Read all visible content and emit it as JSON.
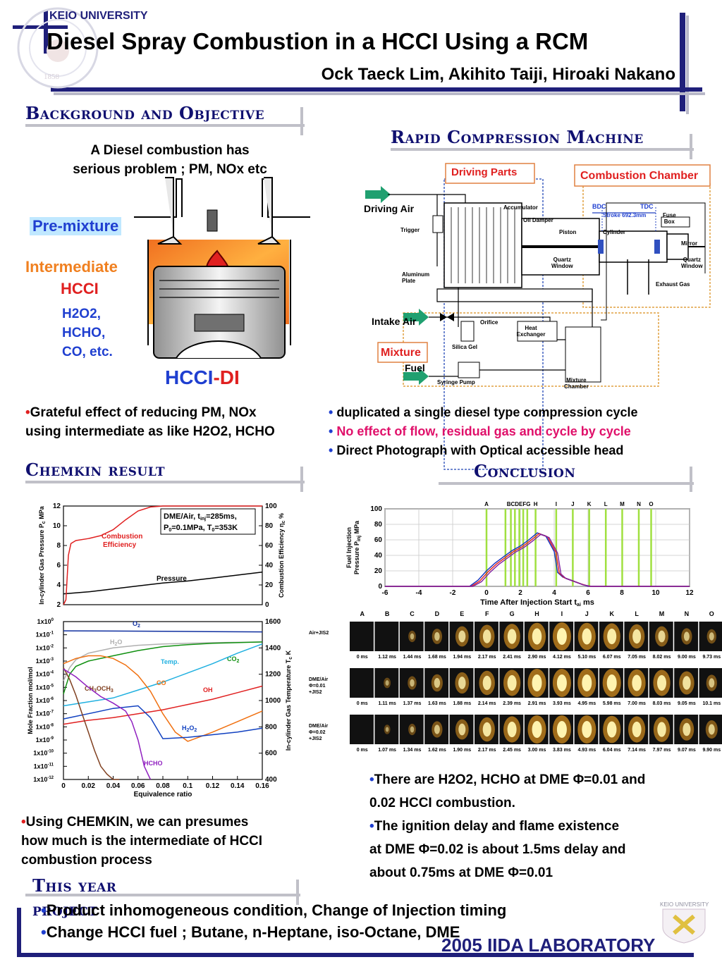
{
  "header": {
    "university": "KEIO UNIVERSITY",
    "title": "Diesel Spray Combustion in a HCCI Using a RCM",
    "authors": "Ock Taeck Lim, Akihito Taiji, Hiroaki Nakano",
    "seal_text": "KEIO UNIVERSITY CALAMVS GLADIO FORTIOR 1858"
  },
  "background": {
    "title": "Background and Objective",
    "intro_line1": "A Diesel combustion has",
    "intro_line2": "serious problem ; PM, NOx etc",
    "premixture": "Pre-mixture",
    "intermediate": "Intermediate",
    "hcci": "HCCI",
    "species1": "H2O2,",
    "species2": "HCHO,",
    "species3": "CO, etc.",
    "hcci_di_a": "HCCI",
    "hcci_di_b": "-DI",
    "bullet_line1": "Grateful effect of reducing PM, NOx",
    "bullet_line2": "using intermediate as like H2O2, HCHO"
  },
  "rcm": {
    "title": "Rapid Compression Machine",
    "driving_parts": "Driving Parts",
    "combustion_chamber": "Combustion Chamber",
    "driving_air": "Driving Air",
    "intake_air": "Intake Air",
    "mixture": "Mixture",
    "fuel": "Fuel",
    "accumulator": "Accumulator",
    "oil_damper": "Oil Damper",
    "trigger": "Trigger",
    "piston": "Piston",
    "cylinder": "Cylinder",
    "bdc": "BDC",
    "tdc": "TDC",
    "stroke": "Stroke 692.3mm",
    "fuse_box1": "Fuse",
    "fuse_box2": "Box",
    "mirror": "Mirror",
    "quartz_window_a1": "Quartz",
    "quartz_window_a2": "Window",
    "quartz_window_b1": "Quartz",
    "quartz_window_b2": "Window",
    "aluminum_plate1": "Aluminum",
    "aluminum_plate2": "Plate",
    "exhaust_gas": "Exhaust Gas",
    "orifice": "Orifice",
    "heat_exchanger1": "Heat",
    "heat_exchanger2": "Exchanger",
    "silica_gel": "Silica Gel",
    "syringe_pump": "Syringe Pump",
    "mixture_chamber1": "Mixture",
    "mixture_chamber2": "Chamber",
    "bullet1": "duplicated a single diesel type compression cycle",
    "bullet2": "No effect of flow, residual gas and cycle by cycle",
    "bullet3": "Direct Photograph  with Optical accessible head"
  },
  "chemkin": {
    "title": "Chemkin result",
    "bullet_line1": "Using CHEMKIN, we can presumes",
    "bullet_line2": "how much  is the intermediate of HCCI",
    "bullet_line3": "combustion process"
  },
  "conclusion": {
    "title": "Conclusion",
    "line1": "There are H2O2, HCHO at DME Φ=0.01 and",
    "line2": "0.02 HCCI combustion.",
    "line3": "The ignition delay and flame existence",
    "line4": "at DME Φ=0.02 is about 1.5ms delay and",
    "line5": "about 0.75ms at DME Φ=0.01"
  },
  "this_year": {
    "title": "This year project",
    "line1": "Product inhomogeneous condition, Change of Injection timing",
    "line2": "Change HCCI fuel ; Butane, n-Heptane, iso-Octane, DME"
  },
  "footer": {
    "lab": "2005  IIDA LABORATORY",
    "logo_text": "KEIO UNIVERSITY"
  },
  "chart_data": [
    {
      "type": "line",
      "title": "",
      "annotation_line1": "DME/Air, t",
      "annotation_sub1": "inj",
      "annotation_line1b": "=285ms,",
      "annotation_line2": "P",
      "annotation_sub2": "0",
      "annotation_line2b": "=0.1MPa, T",
      "annotation_sub3": "0",
      "annotation_line2c": "=353K",
      "ylabel_left": "In-cylinder Gas Pressure P",
      "ylabel_left_sub": "c",
      "ylabel_left_unit": " MPa",
      "ylabel_right": "Combustion Efficiency η",
      "ylabel_right_sub": "c",
      "ylabel_right_unit": " %",
      "ylim_left": [
        2,
        12
      ],
      "ylim_right": [
        0,
        100
      ],
      "xlim": [
        0,
        0.16
      ],
      "left_ticks": [
        "2",
        "4",
        "6",
        "8",
        "10",
        "12"
      ],
      "right_ticks": [
        "0",
        "20",
        "40",
        "60",
        "80",
        "100"
      ],
      "label_efficiency1": "Combustion",
      "label_efficiency2": "Efficiency",
      "label_pressure": "Pressure",
      "series": [
        {
          "name": "Pressure",
          "color": "#000000",
          "x": [
            0,
            0.02,
            0.04,
            0.06,
            0.08,
            0.1,
            0.12,
            0.14,
            0.16
          ],
          "y": [
            3.1,
            3.3,
            3.6,
            3.9,
            4.2,
            4.4,
            4.7,
            5.0,
            5.3
          ]
        },
        {
          "name": "Combustion Efficiency",
          "color": "#e02020",
          "x": [
            0,
            0.002,
            0.004,
            0.006,
            0.01,
            0.02,
            0.03,
            0.04,
            0.05,
            0.06,
            0.07,
            0.08,
            0.1,
            0.12,
            0.14,
            0.16
          ],
          "y": [
            0,
            5,
            50,
            62,
            65,
            67,
            70,
            76,
            86,
            95,
            99,
            100,
            100,
            100,
            100,
            100
          ]
        }
      ]
    },
    {
      "type": "line",
      "title": "",
      "xlabel": "Equivalence ratio",
      "ylabel_left": "Mole Fraction mol/mol",
      "ylabel_right": "In-cylinder Gas Temperature T",
      "ylabel_right_sub": "c",
      "ylabel_right_unit": " K",
      "xlim": [
        0,
        0.16
      ],
      "ylim_left_log": [
        -12,
        0
      ],
      "ylim_right": [
        400,
        1600
      ],
      "x_ticks": [
        "0",
        "0.02",
        "0.04",
        "0.06",
        "0.08",
        "0.1",
        "0.12",
        "0.14",
        "0.16"
      ],
      "left_tick_base": "1x10",
      "left_tick_exps": [
        "0",
        "-1",
        "-2",
        "-3",
        "-4",
        "-5",
        "-6",
        "-7",
        "-8",
        "-9",
        "-10",
        "-11",
        "-12"
      ],
      "right_ticks": [
        "400",
        "600",
        "800",
        "1000",
        "1200",
        "1400",
        "1600"
      ],
      "series": [
        {
          "name": "O2",
          "label": "O",
          "sub": "2",
          "color": "#1030a0",
          "x": [
            0,
            0.04,
            0.08,
            0.12,
            0.16
          ],
          "y": [
            -0.7,
            -0.72,
            -0.74,
            -0.76,
            -0.78
          ]
        },
        {
          "name": "H2O",
          "label": "H",
          "sub": "2",
          "label_b": "O",
          "color": "#b0b0b0",
          "x": [
            0,
            0.005,
            0.01,
            0.02,
            0.04,
            0.06,
            0.08,
            0.1,
            0.12,
            0.16
          ],
          "y": [
            -4.5,
            -3.5,
            -2.9,
            -2.4,
            -2.0,
            -1.8,
            -1.7,
            -1.65,
            -1.6,
            -1.55
          ]
        },
        {
          "name": "CO2",
          "label": "CO",
          "sub": "2",
          "color": "#109010",
          "x": [
            0,
            0.005,
            0.01,
            0.02,
            0.04,
            0.06,
            0.08,
            0.1,
            0.12,
            0.16
          ],
          "y": [
            -5.5,
            -4.0,
            -3.4,
            -3.0,
            -2.6,
            -2.2,
            -1.9,
            -1.75,
            -1.65,
            -1.55
          ]
        },
        {
          "name": "Temp.",
          "label": "Temp.",
          "color": "#20b0e0",
          "x": [
            0,
            0.02,
            0.04,
            0.06,
            0.08,
            0.1,
            0.12,
            0.14,
            0.16
          ],
          "y": [
            -6.4,
            -6.1,
            -5.8,
            -5.2,
            -4.6,
            -3.9,
            -3.2,
            -2.4,
            -1.7
          ]
        },
        {
          "name": "CO",
          "label": "CO",
          "color": "#f07010",
          "x": [
            0,
            0.01,
            0.02,
            0.03,
            0.04,
            0.05,
            0.06,
            0.07,
            0.08,
            0.09,
            0.1,
            0.12,
            0.14,
            0.16
          ],
          "y": [
            -3.2,
            -2.8,
            -2.6,
            -2.6,
            -2.8,
            -3.3,
            -4.1,
            -5.3,
            -7.0,
            -8.4,
            -9.1,
            -8.4,
            -7.6,
            -6.8
          ]
        },
        {
          "name": "OH",
          "label": "OH",
          "color": "#e02020",
          "x": [
            0,
            0.02,
            0.04,
            0.06,
            0.08,
            0.1,
            0.12,
            0.14,
            0.16
          ],
          "y": [
            -7.8,
            -7.5,
            -7.3,
            -7.0,
            -6.7,
            -6.3,
            -5.9,
            -5.4,
            -4.9
          ]
        },
        {
          "name": "H2O2",
          "label": "H",
          "sub": "2",
          "label_b": "O",
          "sub_b": "2",
          "color": "#1040c0",
          "x": [
            0,
            0.02,
            0.04,
            0.06,
            0.07,
            0.08,
            0.1,
            0.12,
            0.14,
            0.16
          ],
          "y": [
            -7.4,
            -7.0,
            -6.6,
            -6.4,
            -7.3,
            -8.9,
            -8.8,
            -8.6,
            -8.4,
            -8.1
          ]
        },
        {
          "name": "CH3OCH3",
          "label": "CH",
          "sub": "3",
          "label_b": "OCH",
          "sub_b": "3",
          "color": "#804020",
          "x": [
            0,
            0.005,
            0.01,
            0.015,
            0.02,
            0.025,
            0.03,
            0.035,
            0.04,
            0.045
          ],
          "y": [
            -3.5,
            -4.4,
            -5.6,
            -7.0,
            -8.4,
            -9.8,
            -11.0,
            -11.6,
            -12,
            -12
          ]
        },
        {
          "name": "HCHO",
          "label": "HCHO",
          "color": "#9020c0",
          "x": [
            0,
            0.01,
            0.02,
            0.03,
            0.04,
            0.05,
            0.055,
            0.06,
            0.065,
            0.07
          ],
          "y": [
            -3.6,
            -4.2,
            -5.0,
            -5.7,
            -6.2,
            -6.8,
            -7.6,
            -9.0,
            -11.0,
            -12
          ]
        }
      ]
    },
    {
      "type": "line",
      "title": "",
      "xlabel": "Time After Injection Start t",
      "xlabel_sub": "ai",
      "xlabel_unit": " ms",
      "ylabel_line1": "Fuel Injection",
      "ylabel_line2": "Pressure P",
      "ylabel_sub": "inj",
      "ylabel_unit": " MPa",
      "xlim": [
        -6,
        12
      ],
      "ylim": [
        0,
        100
      ],
      "x_ticks": [
        "-6",
        "-4",
        "-2",
        "0",
        "2",
        "4",
        "6",
        "8",
        "10",
        "12"
      ],
      "y_ticks": [
        "0",
        "20",
        "40",
        "60",
        "80",
        "100"
      ],
      "markers": [
        "A",
        "B",
        "C",
        "D",
        "E",
        "F",
        "G",
        "H",
        "I",
        "J",
        "K",
        "L",
        "M",
        "N",
        "O"
      ],
      "marker_times": [
        0,
        1.12,
        1.44,
        1.68,
        1.94,
        2.17,
        2.41,
        2.9,
        4.12,
        5.1,
        6.07,
        7.05,
        8.02,
        9.0,
        9.73
      ],
      "marker_label_text": "BCDEFG",
      "series": [
        {
          "name": "Air+JIS2",
          "color": "#1030c0",
          "x": [
            -6,
            -1,
            -0.5,
            0,
            0.5,
            1,
            1.5,
            2,
            2.5,
            3,
            3.5,
            4,
            4.2,
            4.5,
            5,
            5.5,
            6,
            7,
            12
          ],
          "y": [
            0,
            0,
            8,
            20,
            30,
            38,
            46,
            52,
            60,
            69,
            65,
            45,
            18,
            12,
            8,
            4,
            0,
            0,
            0
          ]
        },
        {
          "name": "DME/Air 0.01",
          "color": "#e02020",
          "x": [
            -6,
            -0.9,
            -0.4,
            0.1,
            0.6,
            1.1,
            1.6,
            2.1,
            2.6,
            3.1,
            3.6,
            4.1,
            4.3,
            4.6,
            5.1,
            5.6,
            6.1,
            7,
            12
          ],
          "y": [
            0,
            0,
            7,
            19,
            29,
            37,
            45,
            51,
            59,
            68,
            64,
            44,
            17,
            11,
            7,
            3,
            0,
            0,
            0
          ]
        },
        {
          "name": "DME/Air 0.02",
          "color": "#8020a0",
          "x": [
            -6,
            -0.8,
            -0.3,
            0.2,
            0.7,
            1.2,
            1.7,
            2.2,
            2.7,
            3.2,
            3.7,
            4.2,
            4.4,
            4.7,
            5.2,
            5.7,
            6.2,
            7,
            12
          ],
          "y": [
            0,
            0,
            6,
            18,
            28,
            36,
            44,
            50,
            58,
            67,
            63,
            43,
            16,
            10,
            6,
            2,
            0,
            0,
            0
          ]
        }
      ]
    }
  ],
  "photos": {
    "column_letters": [
      "A",
      "B",
      "C",
      "D",
      "E",
      "F",
      "G",
      "H",
      "I",
      "J",
      "K",
      "L",
      "M",
      "N",
      "O"
    ],
    "rows": [
      {
        "label1": "Air+JIS2",
        "label2": "",
        "label3": "",
        "times": [
          "0 ms",
          "1.12 ms",
          "1.44 ms",
          "1.68 ms",
          "1.94 ms",
          "2.17 ms",
          "2.41 ms",
          "2.90 ms",
          "4.12 ms",
          "5.10 ms",
          "6.07 ms",
          "7.05 ms",
          "8.02 ms",
          "9.00 ms",
          "9.73 ms"
        ],
        "intensity": [
          0,
          0,
          0.15,
          0.35,
          0.6,
          0.75,
          0.85,
          0.95,
          1,
          0.95,
          0.9,
          0.8,
          0.6,
          0.4,
          0.3
        ]
      },
      {
        "label1": "DME/Air",
        "label2": "Φ=0.01",
        "label3": "+JIS2",
        "times": [
          "0 ms",
          "1.11 ms",
          "1.37 ms",
          "1.63 ms",
          "1.88 ms",
          "2.14 ms",
          "2.39 ms",
          "2.91 ms",
          "3.93 ms",
          "4.95 ms",
          "5.98 ms",
          "7.00 ms",
          "8.03 ms",
          "9.05 ms",
          "10.1 ms"
        ],
        "intensity": [
          0,
          0.1,
          0.25,
          0.45,
          0.65,
          0.8,
          0.9,
          1,
          1,
          1,
          1,
          0.95,
          0.9,
          0.75,
          0.4
        ]
      },
      {
        "label1": "DME/Air",
        "label2": "Φ=0.02",
        "label3": "+JIS2",
        "times": [
          "0 ms",
          "1.07 ms",
          "1.34 ms",
          "1.62 ms",
          "1.90 ms",
          "2.17 ms",
          "2.45 ms",
          "3.00 ms",
          "3.83 ms",
          "4.93 ms",
          "6.04 ms",
          "7.14 ms",
          "7.97 ms",
          "9.07 ms",
          "9.90 ms"
        ],
        "intensity": [
          0,
          0.05,
          0.15,
          0.4,
          0.6,
          0.8,
          0.9,
          1,
          1,
          1,
          0.95,
          0.9,
          0.85,
          0.7,
          0.5
        ]
      }
    ]
  },
  "colors": {
    "navy": "#1f1f7a",
    "title_blue": "#101070",
    "red": "#e02020",
    "orange": "#f08020",
    "magenta": "#e0106a",
    "premix_blue": "#1f3fd0",
    "green_arrow": "#20a070",
    "marker_green": "#a0e040"
  }
}
